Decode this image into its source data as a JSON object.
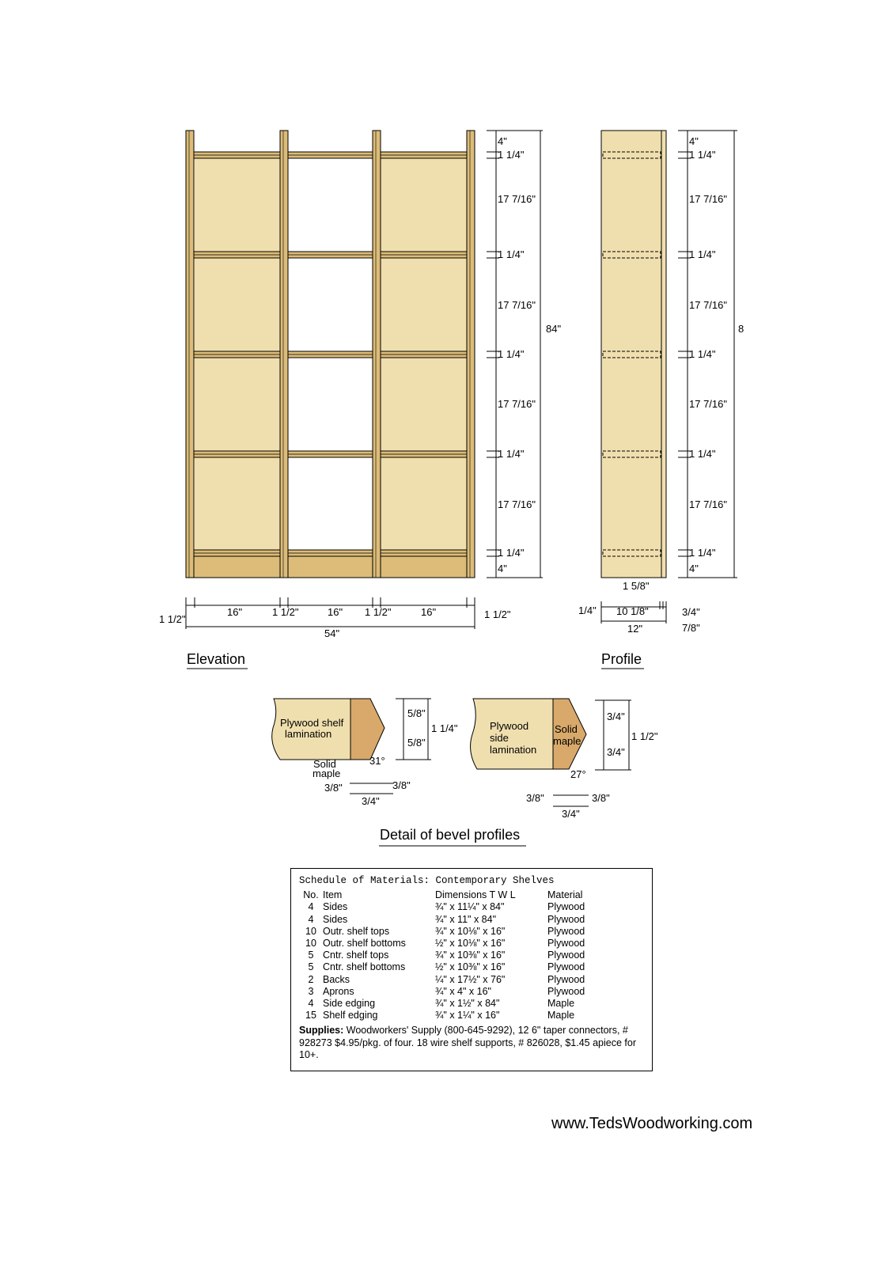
{
  "colors": {
    "panel": "#f0dfae",
    "frame": "#dcbc78",
    "maple": "#d8a96a",
    "outline": "#000000"
  },
  "elevation": {
    "caption": "Elevation",
    "right_dims": [
      "4\"",
      "1 1/4\"",
      "17 7/16\"",
      "1 1/4\"",
      "17 7/16\"",
      "1 1/4\"",
      "17 7/16\"",
      "1 1/4\"",
      "17 7/16\"",
      "1 1/4\"",
      "4\""
    ],
    "overall_height": "84\"",
    "bottom_dims": [
      "1 1/2\"",
      "16\"",
      "1 1/2\"",
      "16\"",
      "1 1/2\"",
      "16\"",
      "1 1/2\""
    ],
    "overall_width": "54\""
  },
  "profile": {
    "caption": "Profile",
    "right_dims": [
      "4\"",
      "1 1/4\"",
      "17 7/16\"",
      "1 1/4\"",
      "17 7/16\"",
      "1 1/4\"",
      "17 7/16\"",
      "1 1/4\"",
      "17 7/16\"",
      "1 1/4\"",
      "4\""
    ],
    "overall_height": "8",
    "edge_dim": "1 5/8\"",
    "bottom_dims": [
      "1/4\"",
      "10 1/8\"",
      "3/4\"",
      "7/8\""
    ],
    "overall_depth": "12\""
  },
  "detail": {
    "caption": "Detail of bevel profiles",
    "shelf": {
      "label1": "Plywood shelf",
      "label2": "lamination",
      "maple1": "Solid",
      "maple2": "maple",
      "dims": [
        "5/8\"",
        "5/8\"",
        "1 1/4\""
      ],
      "angle": "31°",
      "bottom": [
        "3/8\"",
        "3/8\"",
        "3/4\""
      ]
    },
    "side": {
      "label1": "Plywood",
      "label2": "side",
      "label3": "lamination",
      "maple1": "Solid",
      "maple2": "maple",
      "dims": [
        "3/4\"",
        "3/4\"",
        "1 1/2\""
      ],
      "angle": "27°",
      "bottom": [
        "3/8\"",
        "3/8\"",
        "3/4\""
      ]
    }
  },
  "schedule": {
    "title": "Schedule of Materials: Contemporary Shelves",
    "headers": [
      "No.",
      "Item",
      "Dimensions T W L",
      "Material"
    ],
    "rows": [
      [
        "4",
        "Sides",
        "¾\" x 11¼\" x 84\"",
        "Plywood"
      ],
      [
        "4",
        "Sides",
        "¾\" x 11\" x 84\"",
        "Plywood"
      ],
      [
        "10",
        "Outr. shelf tops",
        "¾\" x 10⅛\" x 16\"",
        "Plywood"
      ],
      [
        "10",
        "Outr. shelf bottoms",
        "½\" x 10⅛\" x 16\"",
        "Plywood"
      ],
      [
        "5",
        "Cntr. shelf tops",
        "¾\" x 10⅜\" x 16\"",
        "Plywood"
      ],
      [
        "5",
        "Cntr. shelf bottoms",
        "½\" x 10⅜\" x 16\"",
        "Plywood"
      ],
      [
        "2",
        "Backs",
        "¼\" x 17½\" x 76\"",
        "Plywood"
      ],
      [
        "3",
        "Aprons",
        "¾\" x 4\" x 16\"",
        "Plywood"
      ],
      [
        "4",
        "Side edging",
        "¾\" x 1½\" x 84\"",
        "Maple"
      ],
      [
        "15",
        "Shelf edging",
        "¾\" x 1¼\" x 16\"",
        "Maple"
      ]
    ],
    "supplies_label": "Supplies:",
    "supplies_text": "Woodworkers' Supply (800-645-9292), 12 6\" taper connectors, # 928273 $4.95/pkg. of four. 18 wire shelf supports, # 826028, $1.45 apiece for 10+."
  },
  "footer": "www.TedsWoodworking.com"
}
